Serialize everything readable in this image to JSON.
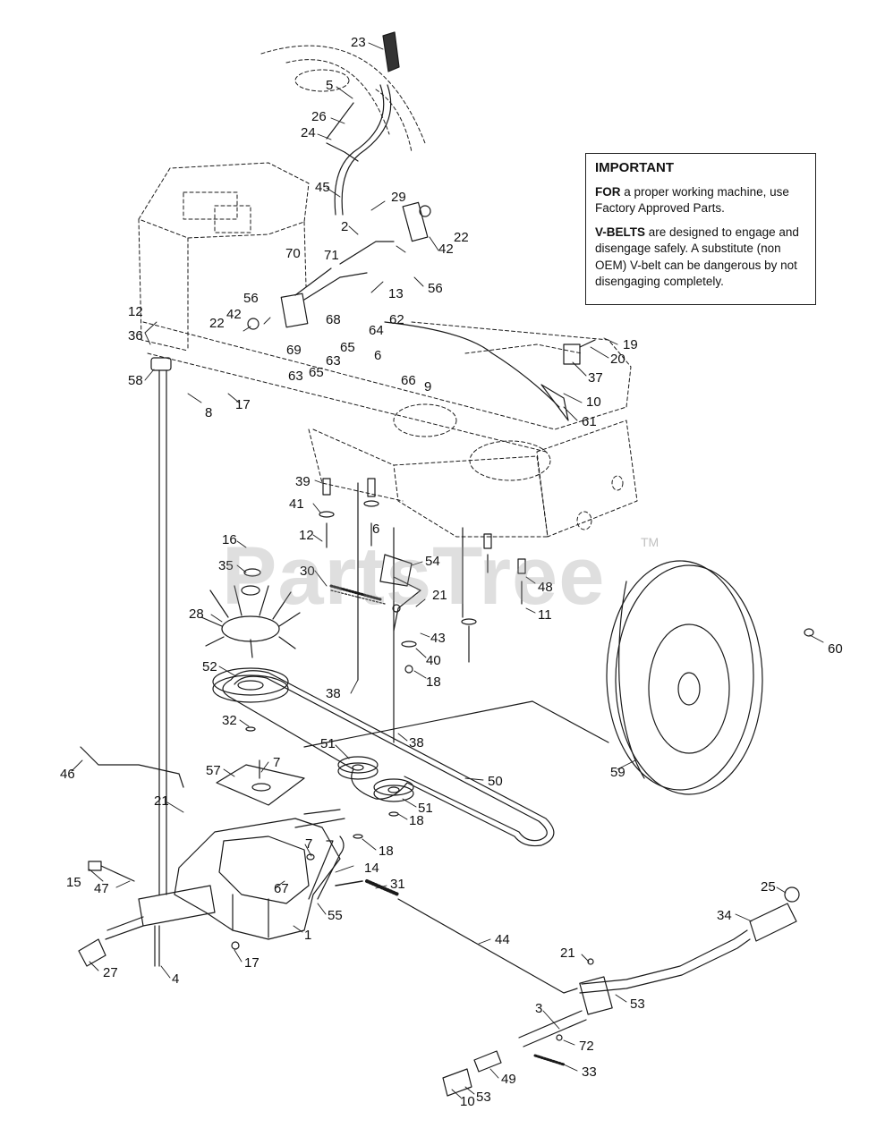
{
  "notice": {
    "title": "IMPORTANT",
    "para1_bold": "FOR",
    "para1_text": " a proper working machine, use Factory Approved Parts.",
    "para2_bold": "V-BELTS",
    "para2_text": " are designed to engage and disengage safely. A substitute (non OEM) V-belt can be dangerous by not disengaging completely."
  },
  "watermark": {
    "text": "PartsTree",
    "tm": "TM"
  },
  "labels": {
    "l23": "23",
    "l5": "5",
    "l26": "26",
    "l24": "24",
    "l45": "45",
    "l29": "29",
    "l2": "2",
    "l22a": "22",
    "l42a": "42",
    "l56a": "56",
    "l13": "13",
    "l70": "70",
    "l71": "71",
    "l56b": "56",
    "l42b": "42",
    "l22b": "22",
    "l69": "69",
    "l68": "68",
    "l62": "62",
    "l64": "64",
    "l65a": "65",
    "l63a": "63",
    "l65b": "65",
    "l63b": "63",
    "l6a": "6",
    "l66": "66",
    "l9": "9",
    "l12a": "12",
    "l36": "36",
    "l58": "58",
    "l8": "8",
    "l17a": "17",
    "l19": "19",
    "l20": "20",
    "l37": "37",
    "l10a": "10",
    "l61": "61",
    "l39": "39",
    "l41": "41",
    "l12b": "12",
    "l6b": "6",
    "l54": "54",
    "l16": "16",
    "l35": "35",
    "l30": "30",
    "l21a": "21",
    "l48": "48",
    "l11": "11",
    "l28": "28",
    "l43": "43",
    "l40": "40",
    "l18a": "18",
    "l60": "60",
    "l52": "52",
    "l38a": "38",
    "l32": "32",
    "l38b": "38",
    "l51a": "51",
    "l50": "50",
    "l59": "59",
    "l46": "46",
    "l57": "57",
    "l7a": "7",
    "l51b": "51",
    "l18b": "18",
    "l21b": "21",
    "l18c": "18",
    "l7b": "7",
    "l14": "14",
    "l15": "15",
    "l47": "47",
    "l67": "67",
    "l31": "31",
    "l55": "55",
    "l1": "1",
    "l25": "25",
    "l34": "34",
    "l44": "44",
    "l27": "27",
    "l4": "4",
    "l17b": "17",
    "l21c": "21",
    "l53a": "53",
    "l3": "3",
    "l72": "72",
    "l49": "49",
    "l33": "33",
    "l10b": "10",
    "l53b": "53"
  }
}
